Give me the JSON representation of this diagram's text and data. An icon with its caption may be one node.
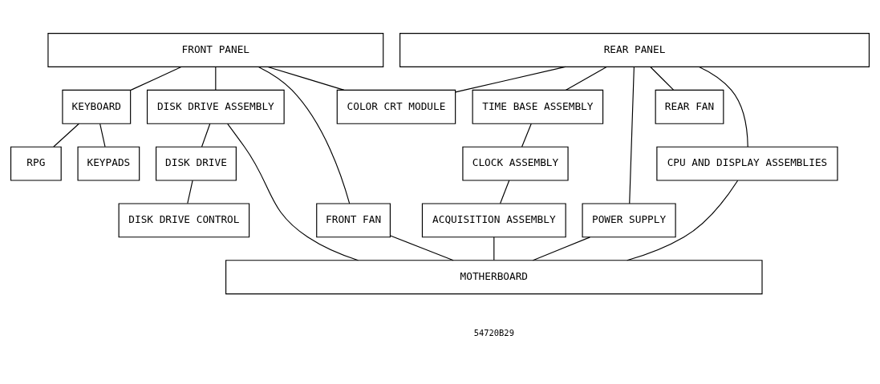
{
  "diagram": {
    "nodes": [
      {
        "text": [
          "FRONT PANEL"
        ]
      },
      {
        "text": [
          "REAR PANEL"
        ]
      },
      {
        "text": [
          "KEYBOARD"
        ]
      },
      {
        "text": [
          "DISK DRIVE ASSEMBLY"
        ]
      },
      {
        "text": [
          "FRONT FAN"
        ]
      },
      {
        "text": [
          "COLOR CRT MODULE"
        ]
      },
      {
        "text": [
          "TIME BASE ASSEMBLY"
        ]
      },
      {
        "text": [
          "POWER SUPPLY"
        ]
      },
      {
        "text": [
          "REAR FAN"
        ]
      },
      {
        "text": [
          "RPG"
        ]
      },
      {
        "text": [
          "KEYPADS"
        ]
      },
      {
        "text": [
          "DISK DRIVE"
        ]
      },
      {
        "text": [
          "CLOCK ASSEMBLY"
        ]
      },
      {
        "text": [
          "CPU AND DISPLAY ASSEMBLIES"
        ]
      },
      {
        "text": [
          "ACQUISITION ASSEMBLY"
        ]
      },
      {
        "text": [
          "DISK DRIVE CONTROL"
        ]
      },
      {
        "text": [
          "MOTHERBOARD"
        ]
      }
    ],
    "edges": [
      {
        "from": 0,
        "to": 2,
        "arrow": "none"
      },
      {
        "from": 0,
        "to": 3,
        "arrow": "none"
      },
      {
        "from": 0,
        "to": 4,
        "arrow": "none"
      },
      {
        "from": 0,
        "to": 5,
        "arrow": "none"
      },
      {
        "from": 1,
        "to": 5,
        "arrow": "none"
      },
      {
        "from": 1,
        "to": 6,
        "arrow": "none"
      },
      {
        "from": 1,
        "to": 7,
        "arrow": "none"
      },
      {
        "from": 1,
        "to": 13,
        "arrow": "none"
      },
      {
        "from": 1,
        "to": 8,
        "arrow": "none"
      },
      {
        "from": 2,
        "to": 9,
        "arrow": "none"
      },
      {
        "from": 2,
        "to": 10,
        "arrow": "none"
      },
      {
        "from": 3,
        "to": 11,
        "arrow": "none"
      },
      {
        "from": 11,
        "to": 15,
        "arrow": "none"
      },
      {
        "from": 3,
        "to": 16,
        "arrow": "none"
      },
      {
        "from": 4,
        "to": 16,
        "arrow": "none"
      },
      {
        "from": 6,
        "to": 12,
        "arrow": "none"
      },
      {
        "from": 12,
        "to": 14,
        "arrow": "none"
      },
      {
        "from": 14,
        "to": 16,
        "arrow": "none"
      },
      {
        "from": 7,
        "to": 16,
        "arrow": "none"
      },
      {
        "from": 13,
        "to": 16,
        "arrow": "none"
      }
    ],
    "labels": [
      "54720B29"
    ]
  }
}
